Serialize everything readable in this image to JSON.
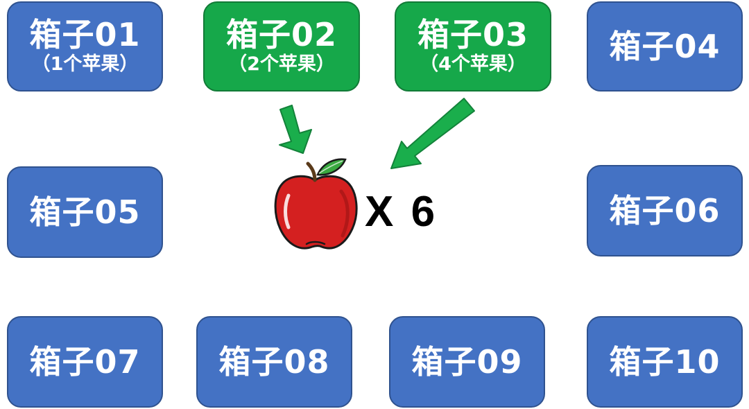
{
  "boxes": {
    "b01": {
      "label": "箱子01",
      "sub": "（1个苹果）"
    },
    "b02": {
      "label": "箱子02",
      "sub": "（2个苹果）"
    },
    "b03": {
      "label": "箱子03",
      "sub": "（4个苹果）"
    },
    "b04": {
      "label": "箱子04"
    },
    "b05": {
      "label": "箱子05"
    },
    "b06": {
      "label": "箱子06"
    },
    "b07": {
      "label": "箱子07"
    },
    "b08": {
      "label": "箱子08"
    },
    "b09": {
      "label": "箱子09"
    },
    "b10": {
      "label": "箱子10"
    }
  },
  "result": {
    "count_label": "X 6"
  },
  "colors": {
    "box_default": "#4472c4",
    "box_selected": "#16a84a",
    "arrow": "#1aae4c",
    "apple": "#d42020"
  },
  "icons": {
    "apple": "apple-icon",
    "arrow": "arrow-icon"
  }
}
